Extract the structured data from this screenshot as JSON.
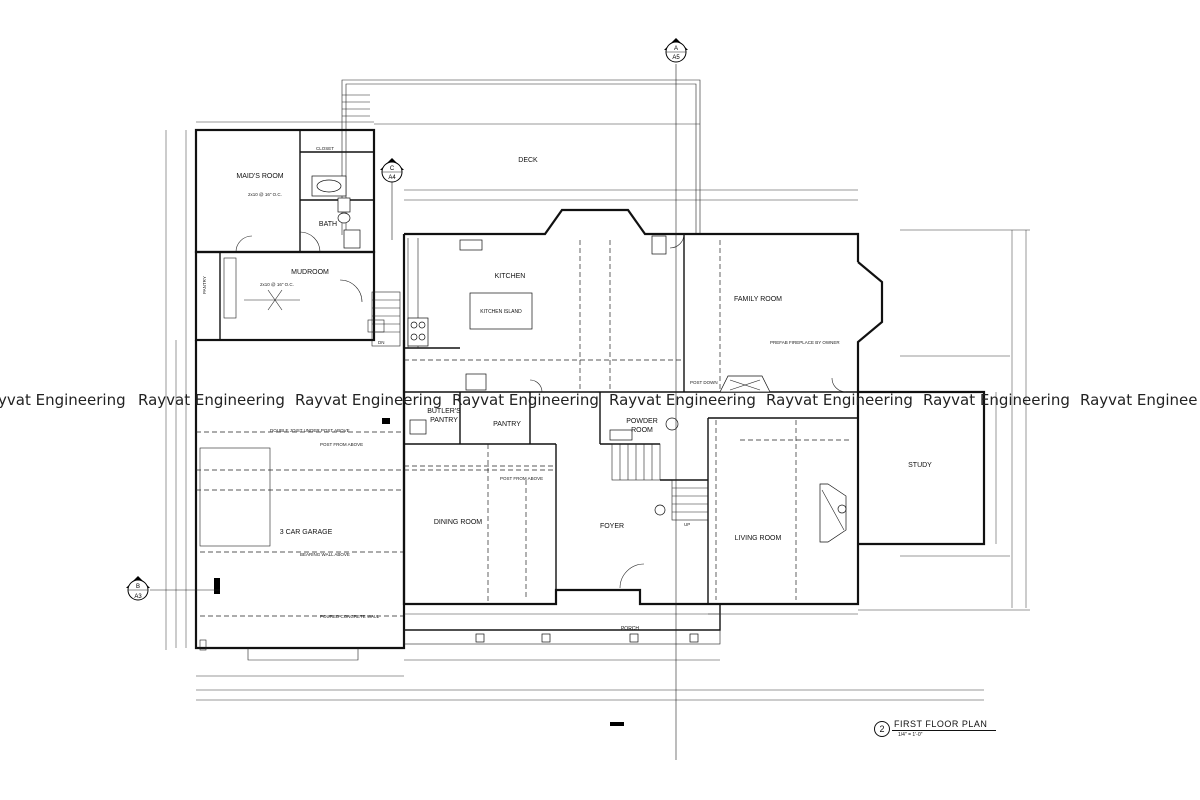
{
  "rooms": {
    "maids_room": "MAID'S ROOM",
    "bath": "BATH",
    "mudroom": "MUDROOM",
    "kitchen": "KITCHEN",
    "kitchen_island": "KITCHEN ISLAND",
    "family_room": "FAMILY ROOM",
    "butlers_pantry_1": "BUTLER'S",
    "butlers_pantry_2": "PANTRY",
    "pantry": "PANTRY",
    "powder_room_1": "POWDER",
    "powder_room_2": "ROOM",
    "study": "STUDY",
    "dining_room": "DINING ROOM",
    "foyer": "FOYER",
    "living_room": "LIVING ROOM",
    "garage": "3 CAR GARAGE",
    "deck": "DECK",
    "porch": "PORCH"
  },
  "section_marks": {
    "top": {
      "letter": "A",
      "sheet": "A5"
    },
    "mid": {
      "letter": "C",
      "sheet": "A4"
    },
    "left": {
      "letter": "B",
      "sheet": "A3"
    }
  },
  "title": {
    "number": "2",
    "name": "FIRST FLOOR PLAN",
    "scale": "1/4\" = 1'-0\""
  },
  "watermark": {
    "text": "Rayvat Engineering",
    "partial_left": "yvat Engineering",
    "partial_right": "Rayvat Enginee"
  },
  "notes": {
    "closet": "CLOSET",
    "pantry_small": "PANTRY",
    "fireplace": "PREFAB FIREPLACE BY OWNER",
    "post_from_above": "POST FROM ABOVE",
    "post_down": "POST DOWN",
    "double_joist": "DOUBLE JOIST UNDER POST ABOVE",
    "foundation_wall": "POURED CONCRETE WALL",
    "bearing_wall": "BEARING WALL ABOVE",
    "joists": "2x10 @ 16\" O.C.",
    "up": "UP",
    "dn": "DN"
  }
}
